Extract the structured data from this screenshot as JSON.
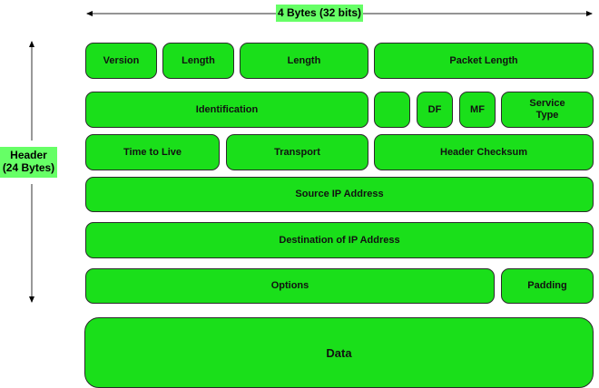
{
  "width_label": "4 Bytes (32 bits)",
  "header_label": [
    "Header",
    "(24 Bytes)"
  ],
  "colors": {
    "box_fill": "#1adf1a",
    "box_border": "#2a2a2a",
    "label_fill": "#66ff66"
  },
  "rows": [
    {
      "fields": [
        "Version",
        "Length",
        "Length",
        "Packet Length"
      ]
    },
    {
      "fields": [
        "Identification",
        "",
        "DF",
        "MF",
        "Service Type"
      ]
    },
    {
      "fields": [
        "Time to Live",
        "Transport",
        "Header Checksum"
      ]
    },
    {
      "fields": [
        "Source IP Address"
      ]
    },
    {
      "fields": [
        "Destination of IP Address"
      ]
    },
    {
      "fields": [
        "Options",
        "Padding"
      ]
    }
  ],
  "data_label": "Data",
  "service_type_lines": [
    "Service",
    "Type"
  ]
}
